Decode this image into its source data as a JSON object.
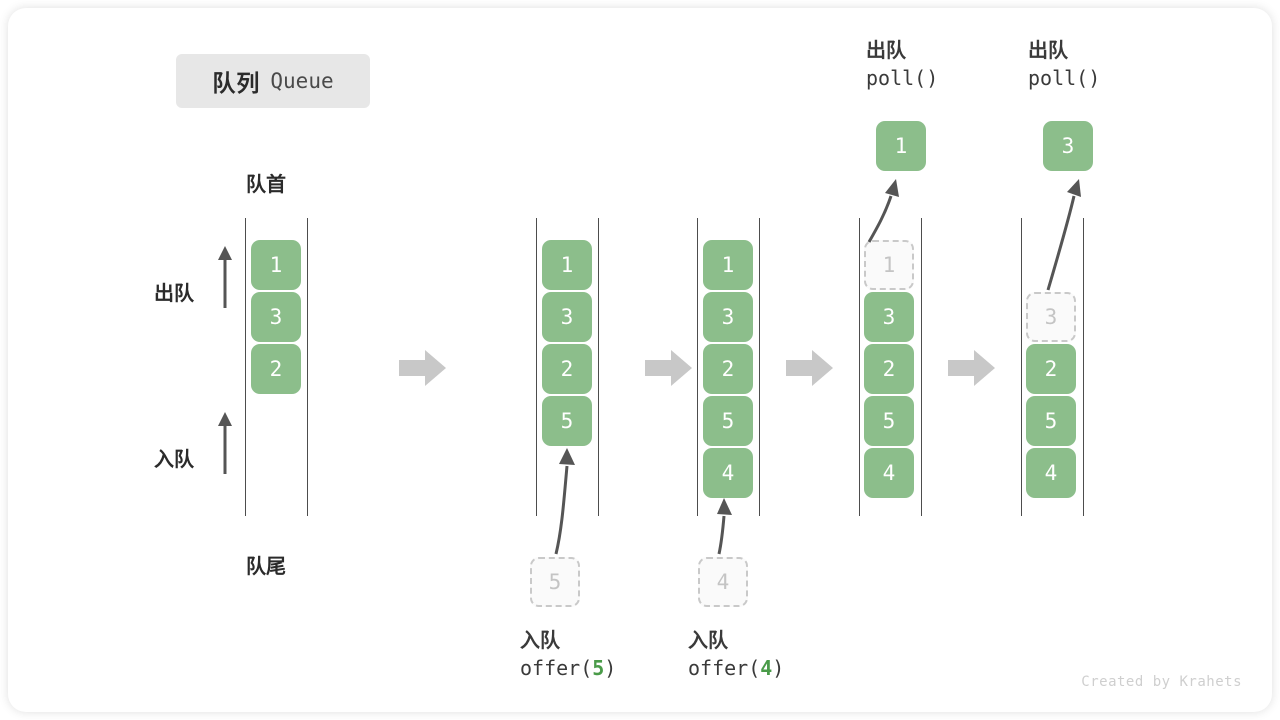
{
  "title": {
    "cn": "队列",
    "en": "Queue"
  },
  "labels": {
    "front": "队首",
    "rear": "队尾",
    "dequeue": "出队",
    "enqueue": "入队"
  },
  "colors": {
    "element": "#8cbe8b",
    "element_text": "#ffffff",
    "ghost_border": "#c9c9c9",
    "ghost_text": "#c4c4c4",
    "rail": "#4d4d4d",
    "flow_arrow": "#c8c8c8",
    "thin_arrow": "#555555",
    "accent_number": "#4a9b49",
    "chip_bg": "#e7e7e7"
  },
  "side_arrows": [
    {
      "name": "dequeue",
      "label": "出队"
    },
    {
      "name": "enqueue",
      "label": "入队"
    }
  ],
  "operations": [
    {
      "name": "offer-5",
      "line1": "入队",
      "fn": "offer(",
      "num": "5",
      "close": ")"
    },
    {
      "name": "offer-4",
      "line1": "入队",
      "fn": "offer(",
      "num": "4",
      "close": ")"
    },
    {
      "name": "poll-1",
      "line1": "出队",
      "fn": "poll(",
      "num": "",
      "close": ")"
    },
    {
      "name": "poll-2",
      "line1": "出队",
      "fn": "poll(",
      "num": "",
      "close": ")"
    }
  ],
  "stages": [
    {
      "name": "initial",
      "cells": [
        "1",
        "3",
        "2"
      ],
      "ghost_index": -1,
      "ghost_value": "",
      "result": "",
      "input": ""
    },
    {
      "name": "after-offer-5",
      "cells": [
        "1",
        "3",
        "2",
        "5"
      ],
      "ghost_index": -1,
      "ghost_value": "",
      "result": "",
      "input": "5"
    },
    {
      "name": "after-offer-4",
      "cells": [
        "1",
        "3",
        "2",
        "5",
        "4"
      ],
      "ghost_index": -1,
      "ghost_value": "",
      "result": "",
      "input": "4"
    },
    {
      "name": "after-poll-1",
      "cells": [
        "1",
        "3",
        "2",
        "5",
        "4"
      ],
      "ghost_index": 0,
      "ghost_value": "1",
      "result": "1",
      "input": ""
    },
    {
      "name": "after-poll-3",
      "cells": [
        "",
        "3",
        "2",
        "5",
        "4"
      ],
      "ghost_index": 1,
      "ghost_value": "3",
      "result": "3",
      "input": ""
    }
  ],
  "watermark": "Created by Krahets"
}
